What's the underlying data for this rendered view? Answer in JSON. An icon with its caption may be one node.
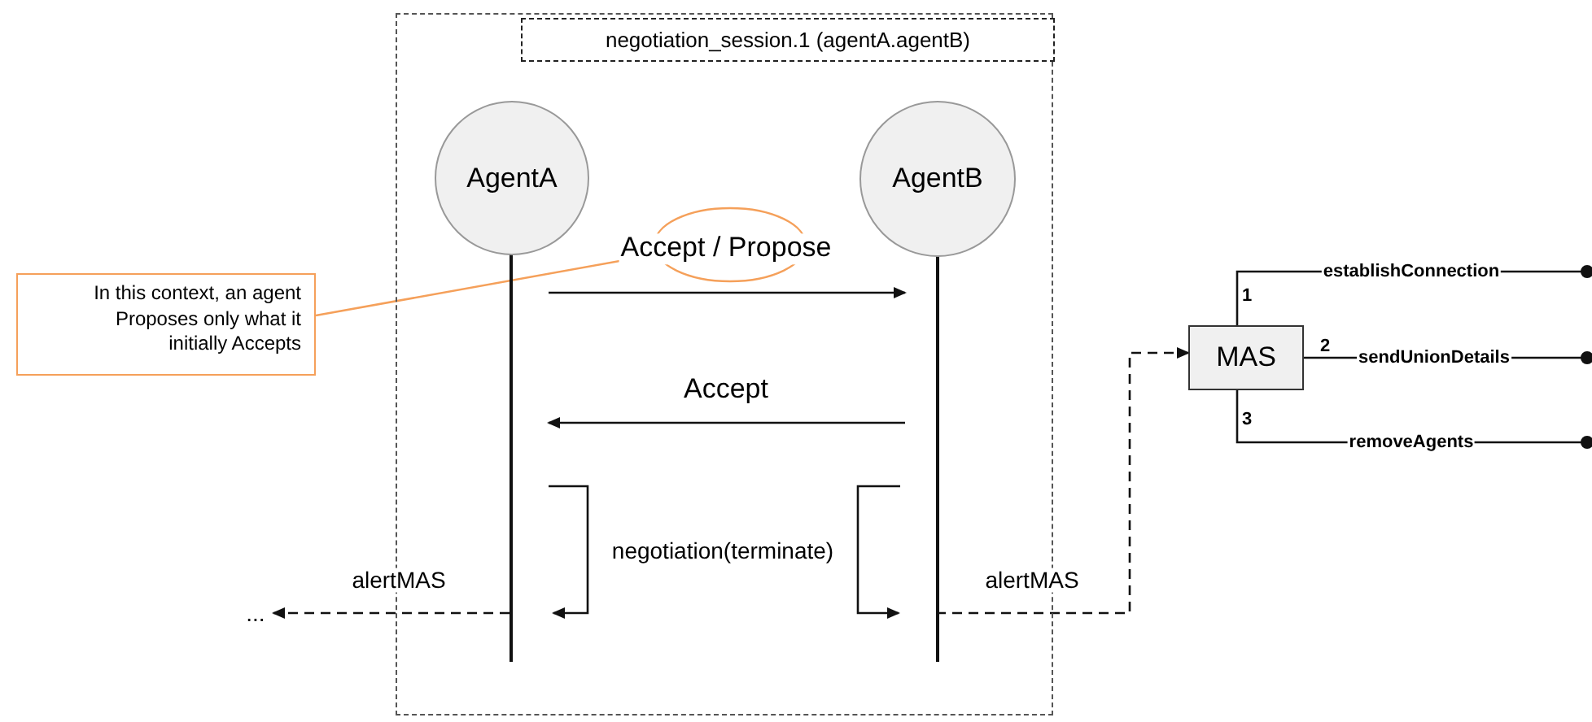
{
  "diagram": {
    "nodes": [
      {
        "text": [
          "negotiation_session.1 (agentA.agentB)"
        ]
      },
      {
        "text": [
          "AgentA"
        ],
        "in": 0
      },
      {
        "text": [
          "AgentB"
        ],
        "in": 0
      },
      {
        "text": [
          "In this context, an agent Proposes only what it initially Accepts"
        ]
      },
      {
        "text": [],
        "shape": "circle",
        "in": 0
      },
      {
        "text": [
          "..."
        ]
      },
      {
        "text": [
          "MAS"
        ]
      }
    ],
    "edges": [
      {
        "from": 1,
        "to": 2,
        "arrow": "to",
        "label": "Accept / Propose"
      },
      {
        "from": 2,
        "to": 1,
        "arrow": "to",
        "label": "Accept"
      },
      {
        "from": null,
        "to": 1,
        "arrow": "to"
      },
      {
        "from": null,
        "to": 2,
        "arrow": "to"
      },
      {
        "from": 1,
        "to": 5,
        "arrow": "to",
        "label": "alertMAS",
        "style": "dashed"
      },
      {
        "from": 2,
        "to": 6,
        "arrow": "to",
        "label": "alertMAS",
        "style": "dashed"
      },
      {
        "from": 3,
        "to": 4,
        "arrow": "none",
        "color": "#f5a05a"
      },
      {
        "from": 6,
        "to": null,
        "arrow": "other",
        "label": "establishConnection"
      },
      {
        "from": 6,
        "to": null,
        "arrow": "other",
        "label": "sendUnionDetails"
      },
      {
        "from": 6,
        "to": null,
        "arrow": "other",
        "label": "removeAgents"
      }
    ],
    "labels": [
      "negotiation(terminate)",
      "1",
      "2",
      "3"
    ]
  }
}
